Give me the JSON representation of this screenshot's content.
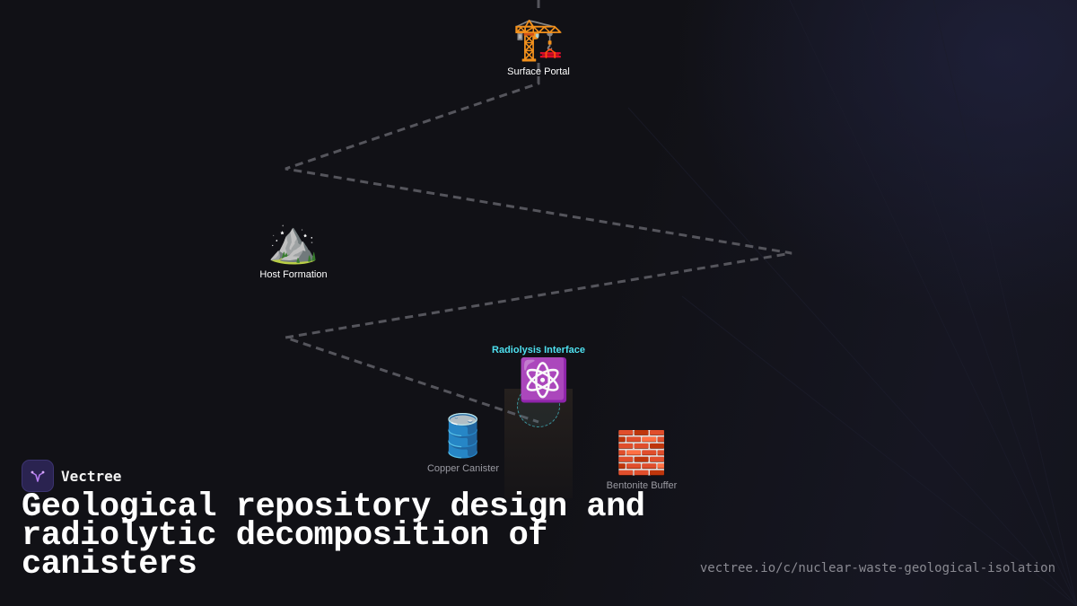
{
  "nodes": {
    "surface_portal": {
      "icon": "construction-crane-icon",
      "emoji": "🏗️",
      "label": "Surface Portal"
    },
    "host_formation": {
      "icon": "mountain-icon",
      "emoji": "⛰️",
      "label": "Host Formation"
    },
    "radiolysis_interface": {
      "icon": "atom-icon",
      "emoji": "⚛️",
      "label": "Radiolysis Interface"
    },
    "copper_canister": {
      "icon": "oil-drum-icon",
      "emoji": "🛢️",
      "label": "Copper Canister"
    },
    "bentonite_buffer": {
      "icon": "brick-wall-icon",
      "emoji": "🧱",
      "label": "Bentonite Buffer"
    }
  },
  "brand": {
    "name": "Vectree",
    "logo_icon": "vectree-logo-icon"
  },
  "headline": "Geological repository design and radiolytic decomposition of canisters",
  "url": "vectree.io/c/nuclear-waste-geological-isolation",
  "colors": {
    "background": "#111116",
    "path": "#55555c",
    "accent_cyan": "#4ee0ef",
    "logo_bg": "#2a2350",
    "logo_mark": "#b57cf0"
  }
}
